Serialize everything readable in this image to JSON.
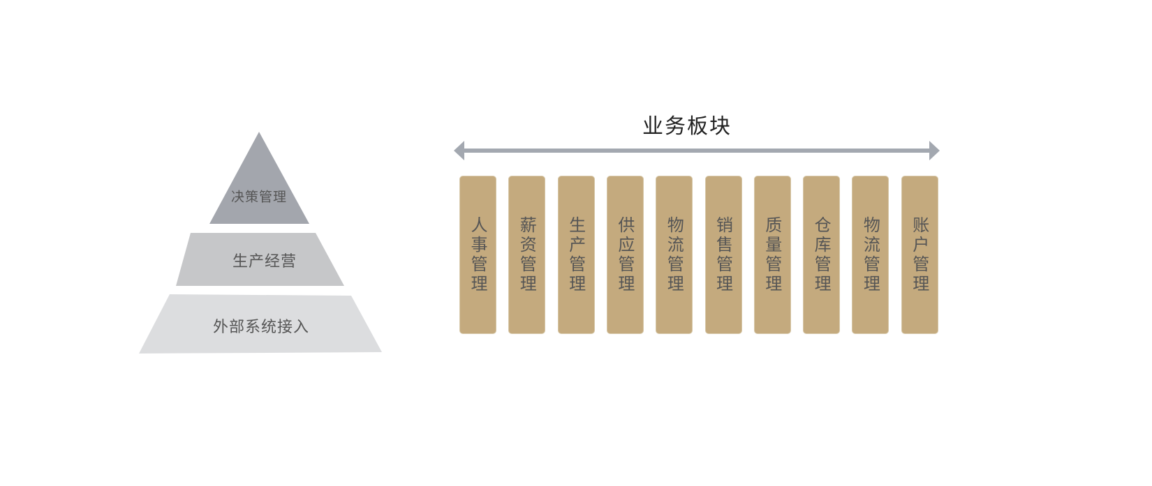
{
  "pyramid": {
    "levels": [
      {
        "label": "决策管理",
        "color": "#a3a6ad"
      },
      {
        "label": "生产经营",
        "color": "#c6c7c9"
      },
      {
        "label": "外部系统接入",
        "color": "#dcdddf"
      }
    ]
  },
  "modules": {
    "title": "业务板块",
    "arrow_color": "#a3a8b0",
    "box_color": "#c4aa7e",
    "items": [
      "人事管理",
      "薪资管理",
      "生产管理",
      "供应管理",
      "物流管理",
      "销售管理",
      "质量管理",
      "仓库管理",
      "物流管理",
      "账户管理"
    ]
  }
}
